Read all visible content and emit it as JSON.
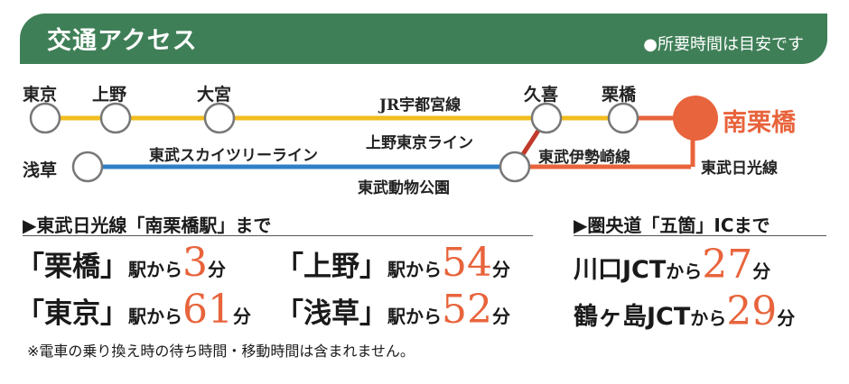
{
  "header": {
    "title": "交通アクセス",
    "note": "●所要時間は目安です"
  },
  "stations": {
    "tokyo": "東京",
    "ueno": "上野",
    "omiya": "大宮",
    "kuki": "久喜",
    "kurihashi": "栗橋",
    "asakusa": "浅草",
    "destination": "南栗橋"
  },
  "lines": {
    "jr_utsunomiya": "JR宇都宮線",
    "tobu_skytree": "東武スカイツリーライン",
    "ueno_tokyo": "上野東京ライン",
    "tobu_isesaki": "東武伊勢崎線",
    "tobu_nikko": "東武日光線",
    "tobu_dobutsu_koen": "東武動物公園"
  },
  "colors": {
    "green": "#3f7f57",
    "yellow": "#f2bd1f",
    "blue": "#2f7fc6",
    "orange": "#e8643c",
    "red": "#c0392b"
  },
  "rail_section": {
    "heading": "▶東武日光線「南栗橋駅」まで",
    "rows": [
      {
        "station": "「栗橋」",
        "from": "駅から",
        "minutes": "3",
        "unit": "分"
      },
      {
        "station": "「上野」",
        "from": "駅から",
        "minutes": "54",
        "unit": "分"
      },
      {
        "station": "「東京」",
        "from": "駅から",
        "minutes": "61",
        "unit": "分"
      },
      {
        "station": "「浅草」",
        "from": "駅から",
        "minutes": "52",
        "unit": "分"
      }
    ]
  },
  "road_section": {
    "heading": "▶圏央道「五箇」ICまで",
    "rows": [
      {
        "place": "川口JCT",
        "from": "から",
        "minutes": "27",
        "unit": "分"
      },
      {
        "place": "鶴ヶ島JCT",
        "from": "から",
        "minutes": "29",
        "unit": "分"
      }
    ]
  },
  "footnote": "※電車の乗り換え時の待ち時間・移動時間は含まれません。"
}
